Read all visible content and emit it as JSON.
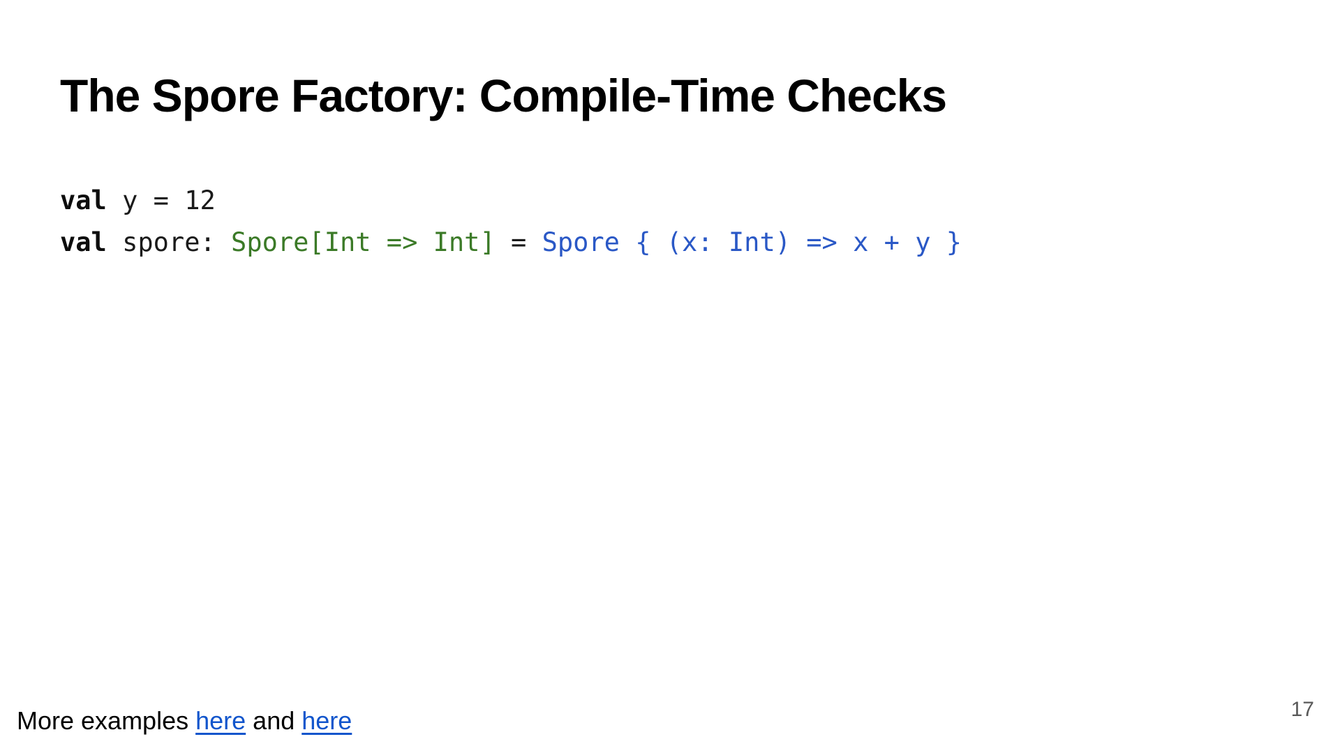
{
  "slide": {
    "title": "The Spore Factory: Compile-Time Checks",
    "page_number": "17",
    "code": {
      "line1": {
        "keyword": "val",
        "rest": " y = 12"
      },
      "line2": {
        "keyword": "val",
        "declaration": " spore: ",
        "type_annotation": "Spore[Int => Int]",
        "equals": " = ",
        "expression": "Spore { (x: Int) => x + y }"
      }
    },
    "footer": {
      "prefix": "More examples ",
      "link1_label": "here",
      "conjunction": " and ",
      "link2_label": "here"
    },
    "colors": {
      "title_black": "#000000",
      "code_keyword_black": "#0d0d0d",
      "type_green": "#3b7a27",
      "expression_blue": "#2a58c6",
      "link_blue": "#1155cc",
      "page_number_gray": "#595959",
      "background": "#ffffff"
    }
  }
}
